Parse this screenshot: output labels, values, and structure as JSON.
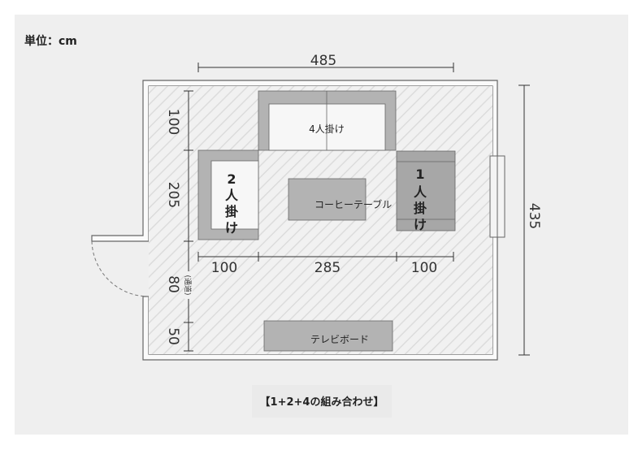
{
  "unit_label": "単位：cm",
  "caption": "【1+2+4の組み合わせ】",
  "dimensions": {
    "room_width": "485",
    "room_depth": "435",
    "left": [
      "100",
      "205",
      "80",
      "50"
    ],
    "passage_label": "(通道)",
    "bottom": [
      "100",
      "285",
      "100"
    ]
  },
  "furniture": {
    "sofa_4": "4人掛け",
    "sofa_2": [
      "2",
      "人",
      "掛",
      "け"
    ],
    "sofa_1": [
      "1",
      "人",
      "掛",
      "け"
    ],
    "coffee_table": "コーヒーテーブル",
    "tv_board": "テレビボード"
  },
  "colors": {
    "background": "#efefef",
    "furniture": "#b3b3b3",
    "wall": "#666666"
  }
}
